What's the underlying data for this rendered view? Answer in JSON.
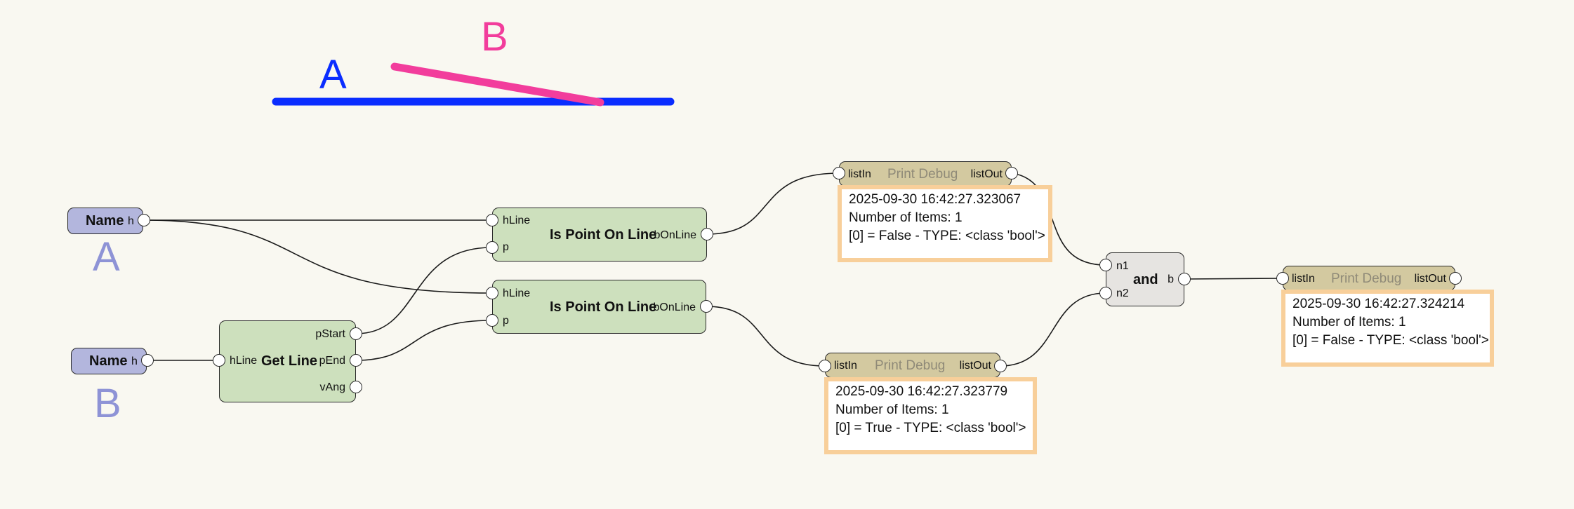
{
  "preview": {
    "line_a": {
      "label": "A",
      "color": "#0a2dff"
    },
    "line_b": {
      "label": "B",
      "color": "#f23d9c"
    }
  },
  "nodes": {
    "name_a": {
      "title": "Name",
      "port_h": "h",
      "caption": "A"
    },
    "name_b": {
      "title": "Name",
      "port_h": "h",
      "caption": "B"
    },
    "get_line": {
      "title": "Get Line",
      "in_hline": "hLine",
      "out_pstart": "pStart",
      "out_pend": "pEnd",
      "out_vang": "vAng"
    },
    "is_point_1": {
      "title": "Is Point On Line",
      "in_hline": "hLine",
      "in_p": "p",
      "out": "bOnLine"
    },
    "is_point_2": {
      "title": "Is Point On Line",
      "in_hline": "hLine",
      "in_p": "p",
      "out": "bOnLine"
    },
    "and": {
      "title": "and",
      "in_n1": "n1",
      "in_n2": "n2",
      "out_b": "b"
    },
    "debug_1": {
      "title": "Print Debug",
      "in": "listIn",
      "out": "listOut",
      "lines": [
        "2025-09-30 16:42:27.323067",
        "Number of Items: 1",
        "[0] = False - TYPE: <class 'bool'>"
      ]
    },
    "debug_2": {
      "title": "Print Debug",
      "in": "listIn",
      "out": "listOut",
      "lines": [
        "2025-09-30 16:42:27.323779",
        "Number of Items: 1",
        "[0] = True - TYPE: <class 'bool'>"
      ]
    },
    "debug_3": {
      "title": "Print Debug",
      "in": "listIn",
      "out": "listOut",
      "lines": [
        "2025-09-30 16:42:27.324214",
        "Number of Items: 1",
        "[0] = False - TYPE: <class 'bool'>"
      ]
    }
  },
  "colors": {
    "background": "#f9f8f1",
    "name_node": "#b3b6dd",
    "caption_text": "#8e93d6",
    "process_node": "#cde0bd",
    "debug_node": "#d3c9a0",
    "and_node": "#e6e4e1",
    "output_border": "#f8cf9a"
  }
}
